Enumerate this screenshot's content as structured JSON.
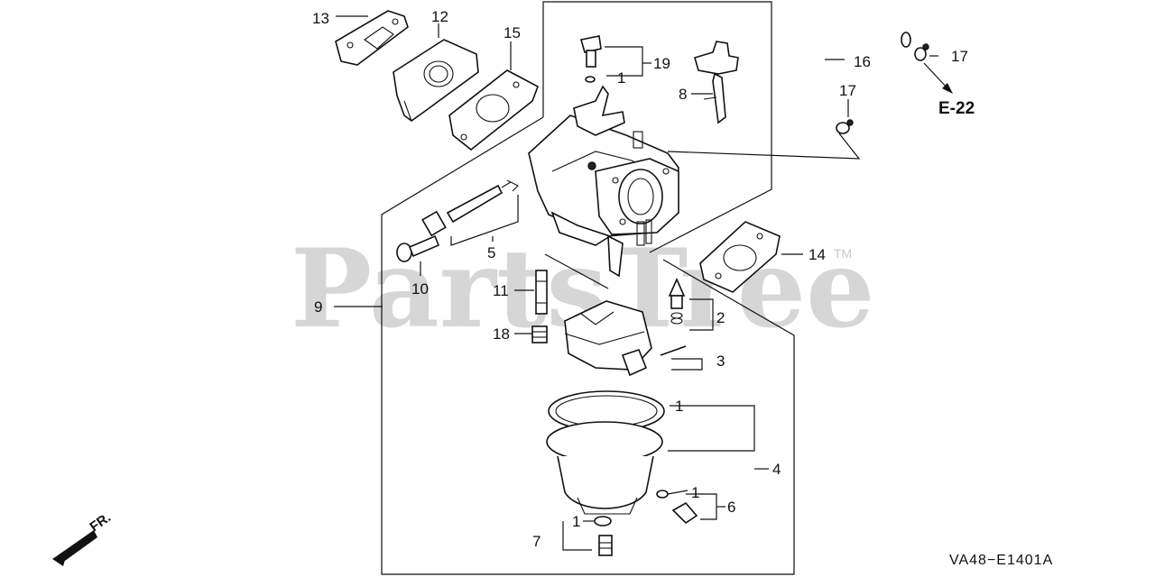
{
  "watermark": {
    "text": "PartsTree",
    "trademark": "TM"
  },
  "callouts": {
    "c13": "13",
    "c12": "12",
    "c15": "15",
    "c19": "19",
    "c1_top": "1",
    "c8": "8",
    "c16": "16",
    "c17_top": "17",
    "c17_mid": "17",
    "c5": "5",
    "c10": "10",
    "c9": "9",
    "c11": "11",
    "c18": "18",
    "c14": "14",
    "c2": "2",
    "c3": "3",
    "c1_bowl": "1",
    "c4": "4",
    "c1_screw": "1",
    "c6": "6",
    "c1_drain": "1",
    "c7": "7"
  },
  "reference": {
    "label": "E-22"
  },
  "front_indicator": {
    "label": "FR."
  },
  "diagram_code": "VA48−E1401A"
}
